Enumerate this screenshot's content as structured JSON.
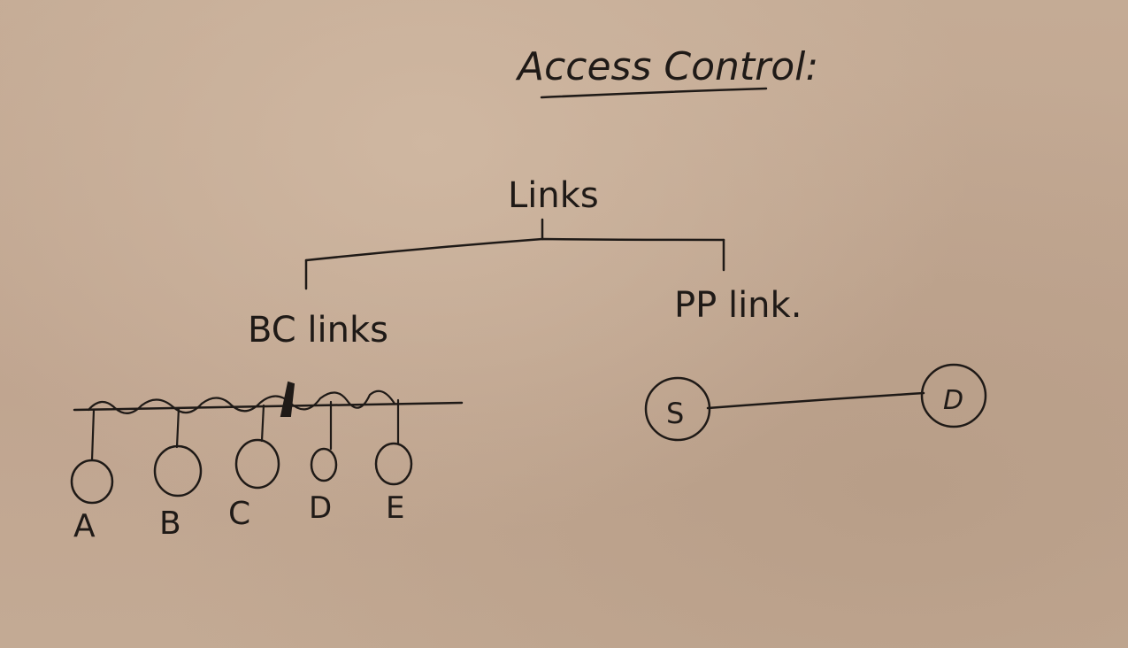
{
  "title": "Access Control:",
  "root": {
    "label": "Links"
  },
  "branches": [
    {
      "id": "bc",
      "label": "BC links"
    },
    {
      "id": "pp",
      "label": "PP link."
    }
  ],
  "broadcast": {
    "stations": [
      "A",
      "B",
      "C",
      "D",
      "E"
    ]
  },
  "point_to_point": {
    "source": "S",
    "destination": "D"
  },
  "colors": {
    "board": "#c2a891",
    "ink": "#1f1a17"
  }
}
